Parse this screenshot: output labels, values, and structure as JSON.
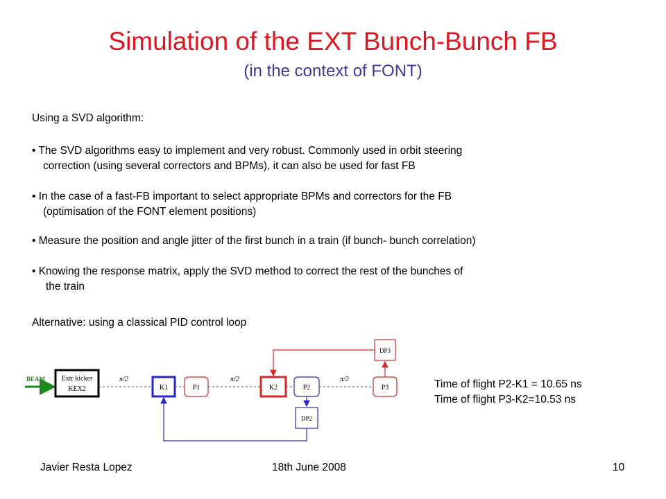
{
  "slide": {
    "title": "Simulation of the EXT Bunch-Bunch FB",
    "subtitle": "(in the context of FONT)",
    "intro": "Using a SVD algorithm:",
    "bullets": [
      {
        "line1": "• The SVD algorithms easy to implement and very robust.  Commonly used in  orbit steering",
        "line2": "correction (using several correctors and BPMs), it can also be used for fast FB"
      },
      {
        "line1": "•  In the case of a fast-FB important to select appropriate BPMs and correctors for the FB",
        "line2": "(optimisation of the FONT element positions)"
      },
      {
        "line1": "•  Measure the position and angle jitter of the first bunch in a train (if bunch- bunch correlation)"
      },
      {
        "line1": "•  Knowing the response matrix, apply the SVD method to correct the rest of the bunches of",
        "line2": "the train"
      }
    ],
    "alternative": "Alternative:  using a classical PID control loop",
    "time_of_flight": [
      "Time of flight P2-K1 = 10.65 ns",
      "Time of flight P3-K2=10.53 ns"
    ],
    "footer": {
      "author": "Javier Resta Lopez",
      "date": "18th June 2008",
      "page": "10"
    }
  },
  "diagram": {
    "beam_label": "BEAM",
    "kicker_line1": "Extr kicker",
    "kicker_line2": "KEX2",
    "pi_half": "π/2",
    "k1": "K1",
    "p1": "P1",
    "k2": "K2",
    "p2": "P2",
    "p3": "P3",
    "dp2": "DP2",
    "dp3": "DP3",
    "colors": {
      "blue": "#2828c8",
      "red": "#d82828",
      "green": "#1a8a1a",
      "black": "#000000"
    }
  }
}
